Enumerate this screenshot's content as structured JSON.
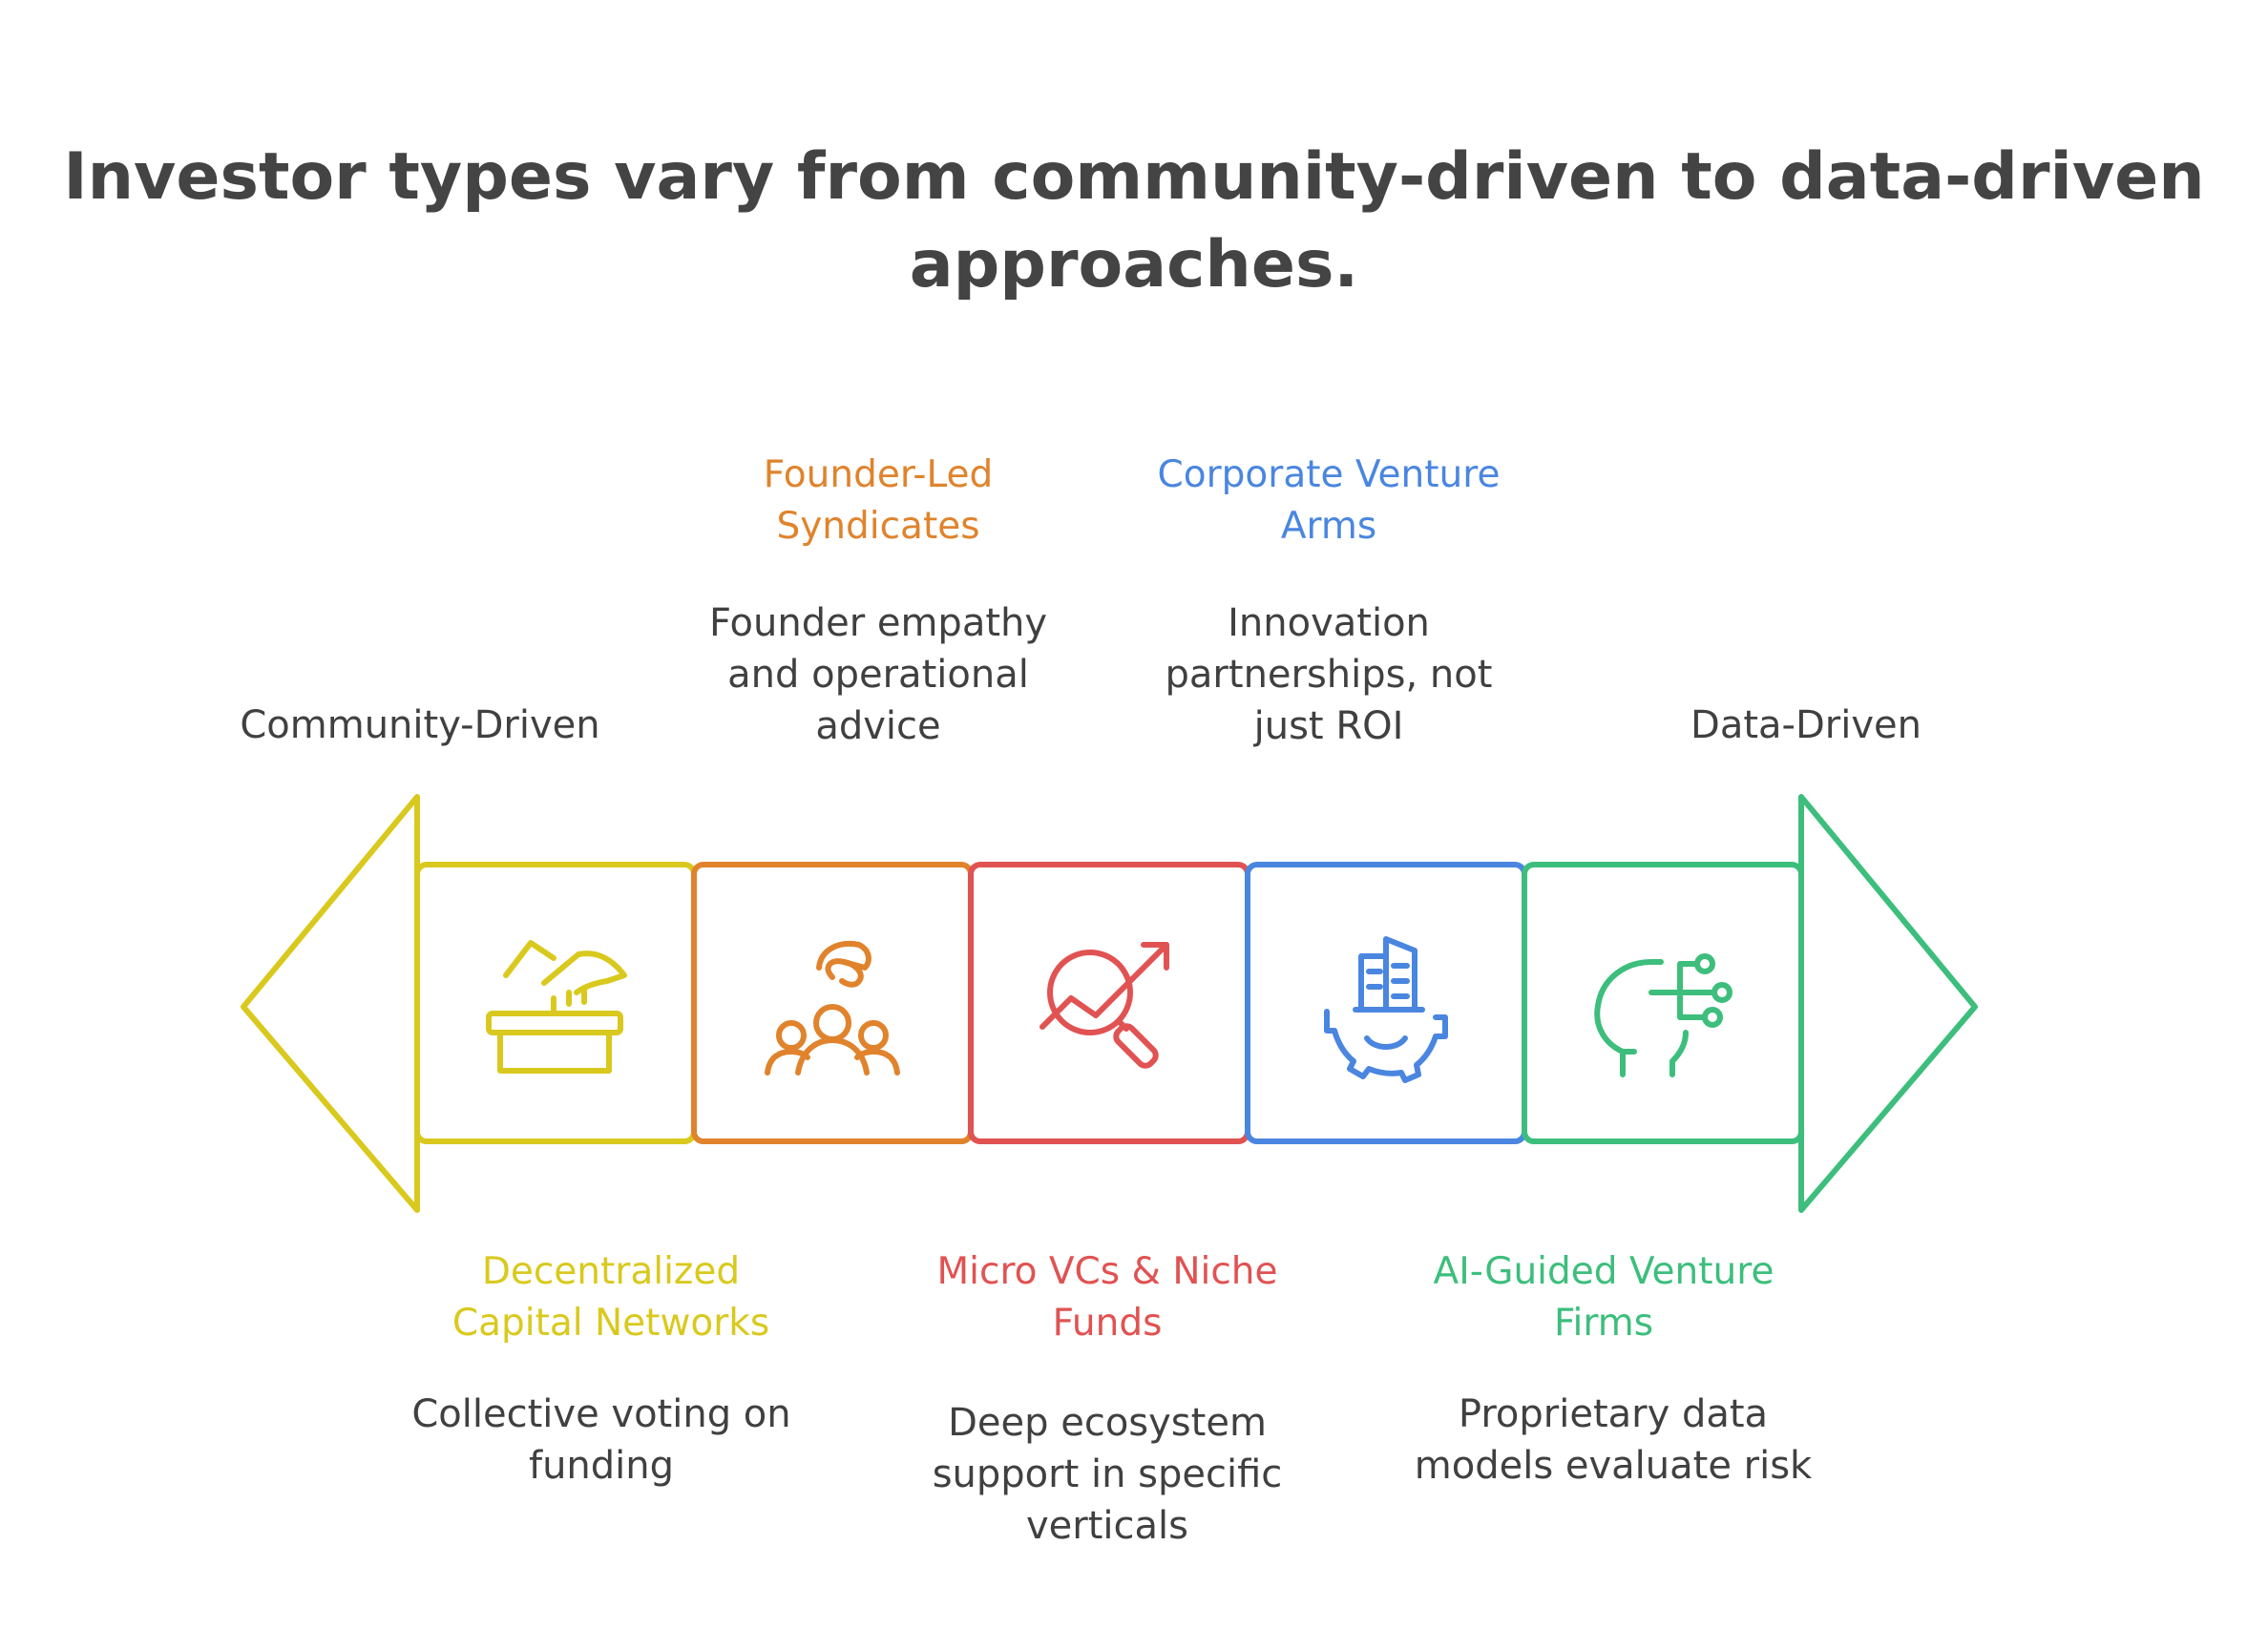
{
  "title": {
    "line1": "Investor types vary from community-driven to data-driven",
    "line2": "approaches."
  },
  "ends": {
    "left": "Community-Driven",
    "right": "Data-Driven"
  },
  "stages": [
    {
      "name_lines": [
        "Decentralized",
        "Capital Networks"
      ],
      "description_lines": [
        "Collective voting on",
        "funding"
      ],
      "color": "#D9C91E",
      "icon": "ballot-box-icon",
      "position": "bottom"
    },
    {
      "name_lines": [
        "Founder-Led",
        "Syndicates"
      ],
      "description_lines": [
        "Founder empathy",
        "and operational",
        "advice"
      ],
      "color": "#E0832C",
      "icon": "helping-hand-group-icon",
      "position": "top"
    },
    {
      "name_lines": [
        "Micro VCs & Niche",
        "Funds"
      ],
      "description_lines": [
        "Deep ecosystem",
        "support in specific",
        "verticals"
      ],
      "color": "#E15252",
      "icon": "growth-search-icon",
      "position": "bottom"
    },
    {
      "name_lines": [
        "Corporate Venture",
        "Arms"
      ],
      "description_lines": [
        "Innovation",
        "partnerships, not",
        "just ROI"
      ],
      "color": "#4A86E0",
      "icon": "building-gear-icon",
      "position": "top"
    },
    {
      "name_lines": [
        "AI-Guided Venture",
        "Firms"
      ],
      "description_lines": [
        "Proprietary data",
        "models evaluate risk"
      ],
      "color": "#3DBE7C",
      "icon": "ai-head-circuit-icon",
      "position": "bottom"
    }
  ]
}
